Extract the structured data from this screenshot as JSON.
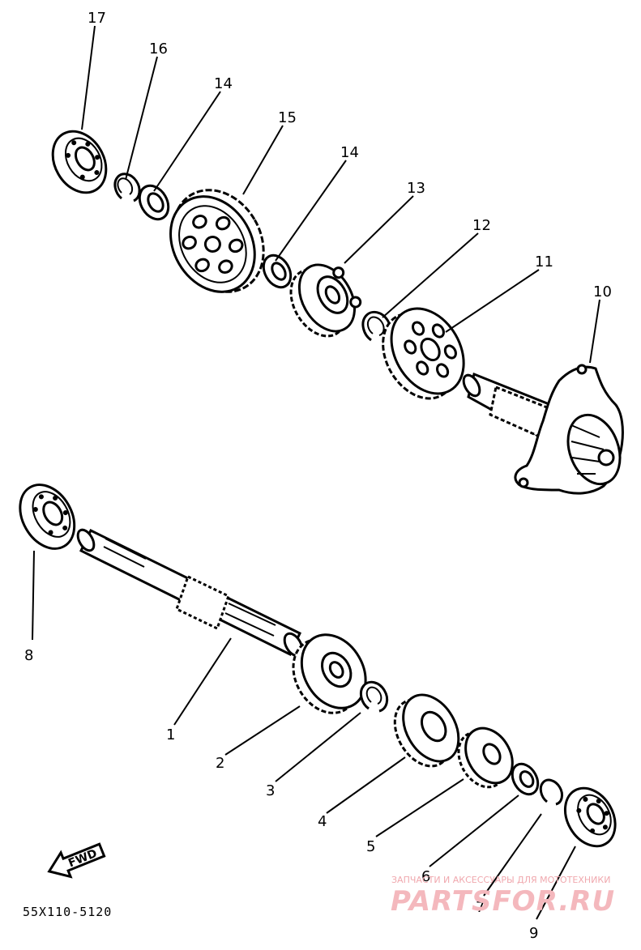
{
  "part_numbers": [
    "1",
    "2",
    "3",
    "4",
    "5",
    "6",
    "7",
    "8",
    "9",
    "10",
    "11",
    "12",
    "13",
    "14",
    "15",
    "16",
    "17"
  ],
  "callouts": {
    "p1": "1",
    "p2": "2",
    "p3": "3",
    "p4": "4",
    "p5": "5",
    "p6": "6",
    "p7": "7",
    "p8": "8",
    "p9": "9",
    "p10": "10",
    "p11": "11",
    "p12": "12",
    "p13": "13",
    "p14a": "14",
    "p14b": "14",
    "p15": "15",
    "p16": "16",
    "p17": "17"
  },
  "direction_label": "FWD",
  "diagram_code": "55X110-5120",
  "watermark": {
    "tagline": "ЗАПЧАСТИ И АКСЕССУАРЫ ДЛЯ МОТОТЕХНИКИ",
    "brand": "PARTSFOR.RU"
  },
  "colors": {
    "ink": "#000000",
    "watermark": "#f4b8bd"
  }
}
